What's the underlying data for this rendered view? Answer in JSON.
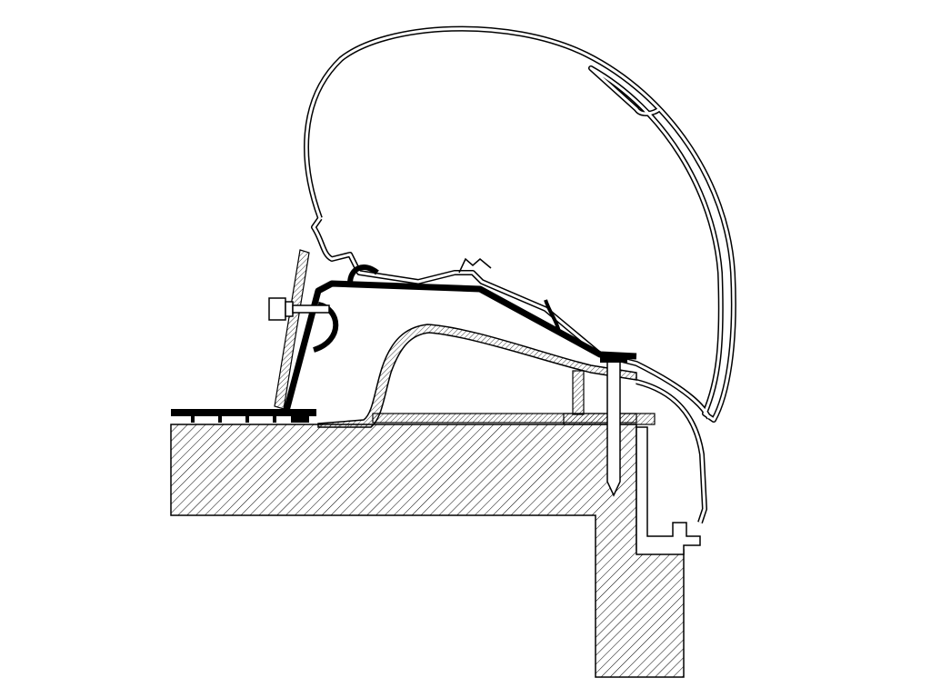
{
  "diagram": {
    "subject": "awning-adapter-cross-section",
    "colors": {
      "background": "#ffffff",
      "line": "#000000",
      "bracket": "#000000",
      "hatch": "#000000"
    },
    "parts": [
      "awning-casing",
      "mounting-bracket",
      "bolt",
      "roof-profile",
      "wall-section",
      "screw",
      "side-rail-profile"
    ]
  }
}
